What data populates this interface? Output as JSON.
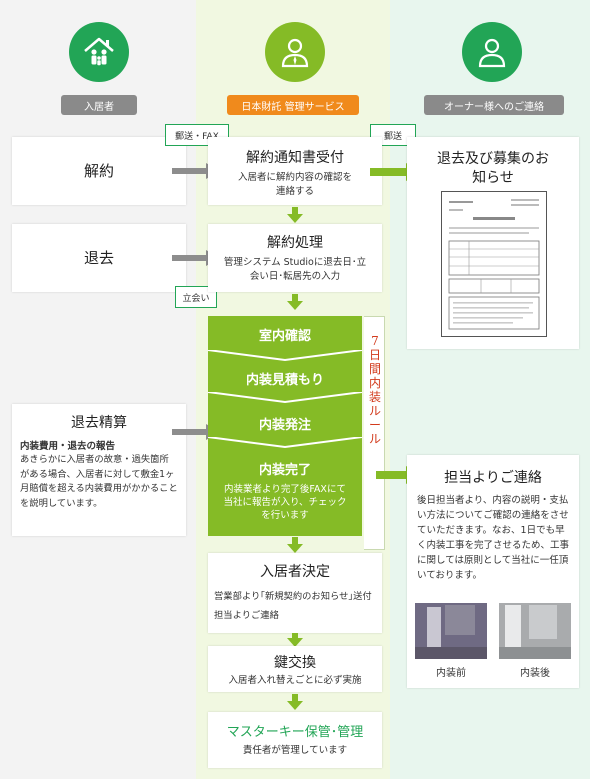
{
  "columns": {
    "left_label": "入居者",
    "mid_label": "日本財託 管理サービス",
    "right_label": "オーナー様へのご連絡"
  },
  "left": {
    "kaiyaku": "解約",
    "taikyo": "退去",
    "seisan_title": "退去精算",
    "seisan_sub": "内装費用・退去の報告",
    "seisan_body": "あきらかに入居者の故意・過失箇所がある場合、入居者に対して敷金1ヶ月賠償を超える内装費用がかかることを説明しています。"
  },
  "tags": {
    "mail_fax": "郵送・FAX",
    "mail": "郵送",
    "tachiai": "立会い"
  },
  "mid": {
    "uketsuke_title": "解約通知書受付",
    "uketsuke_body": "入居者に解約内容の確認を連絡する",
    "shori_title": "解約処理",
    "shori_body": "管理システム Studioに退去日･立会い日･転居先の入力",
    "step1": "室内確認",
    "step2": "内装見積もり",
    "step3": "内装発注",
    "step4": "内装完了",
    "step4_body": "内装業者より完了後FAXにて当社に報告が入り、チェックを行います",
    "rule": "7日間内装ルール",
    "kettei_title": "入居者決定",
    "kettei_body": "営業部より｢新規契約のお知らせ｣送付担当よりご連絡",
    "kokan_title": "鍵交換",
    "kokan_body": "入居者入れ替えごとに必ず実施",
    "master_title": "マスターキー保管･管理",
    "master_body": "責任者が管理しています"
  },
  "right": {
    "notice_title": "退去及び募集のお知らせ",
    "contact_title": "担当よりご連絡",
    "contact_body": "後日担当者より、内容の説明・支払い方法についてご確認の連絡をさせていただきます。なお、1日でも早く内装工事を完了させるため、工事に関しては原則として当社に一任頂いております。",
    "photo_before": "内装前",
    "photo_after": "内装後"
  },
  "icons": [
    "family-house-icon",
    "staff-person-icon",
    "owner-person-icon"
  ],
  "colors": {
    "green_dark": "#22a556",
    "green_light": "#85bb26",
    "orange": "#f08a1c",
    "arrow_gray": "#8d8d8d",
    "rule_text": "#d23a1c"
  }
}
